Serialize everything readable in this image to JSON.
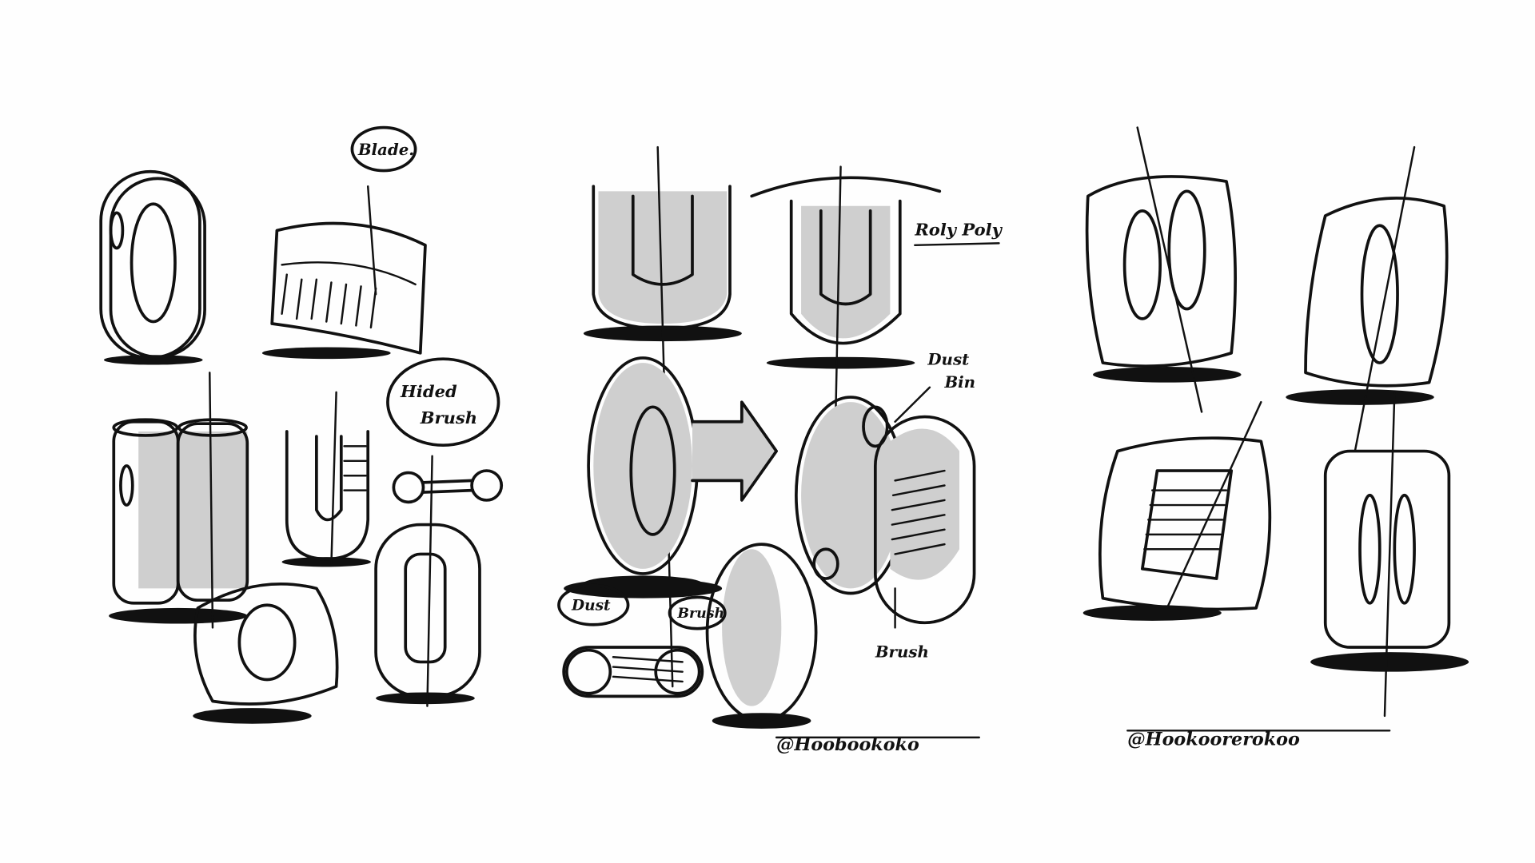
{
  "annotations": {
    "blade": "Blade.",
    "hided_brush_line1": "Hided",
    "hided_brush_line2": "Brush",
    "roly_poly": "Roly Poly",
    "dust_bin_line1": "Dust",
    "dust_bin_line2": "Bin",
    "brush_right": "Brush",
    "dust_left": "Dust",
    "brush_left": "Brush"
  },
  "signatures": [
    "@Hoobookoko",
    "@Hookoorerokoo"
  ],
  "ink_color": "#111111",
  "marker_grey": "#cfcfcf"
}
